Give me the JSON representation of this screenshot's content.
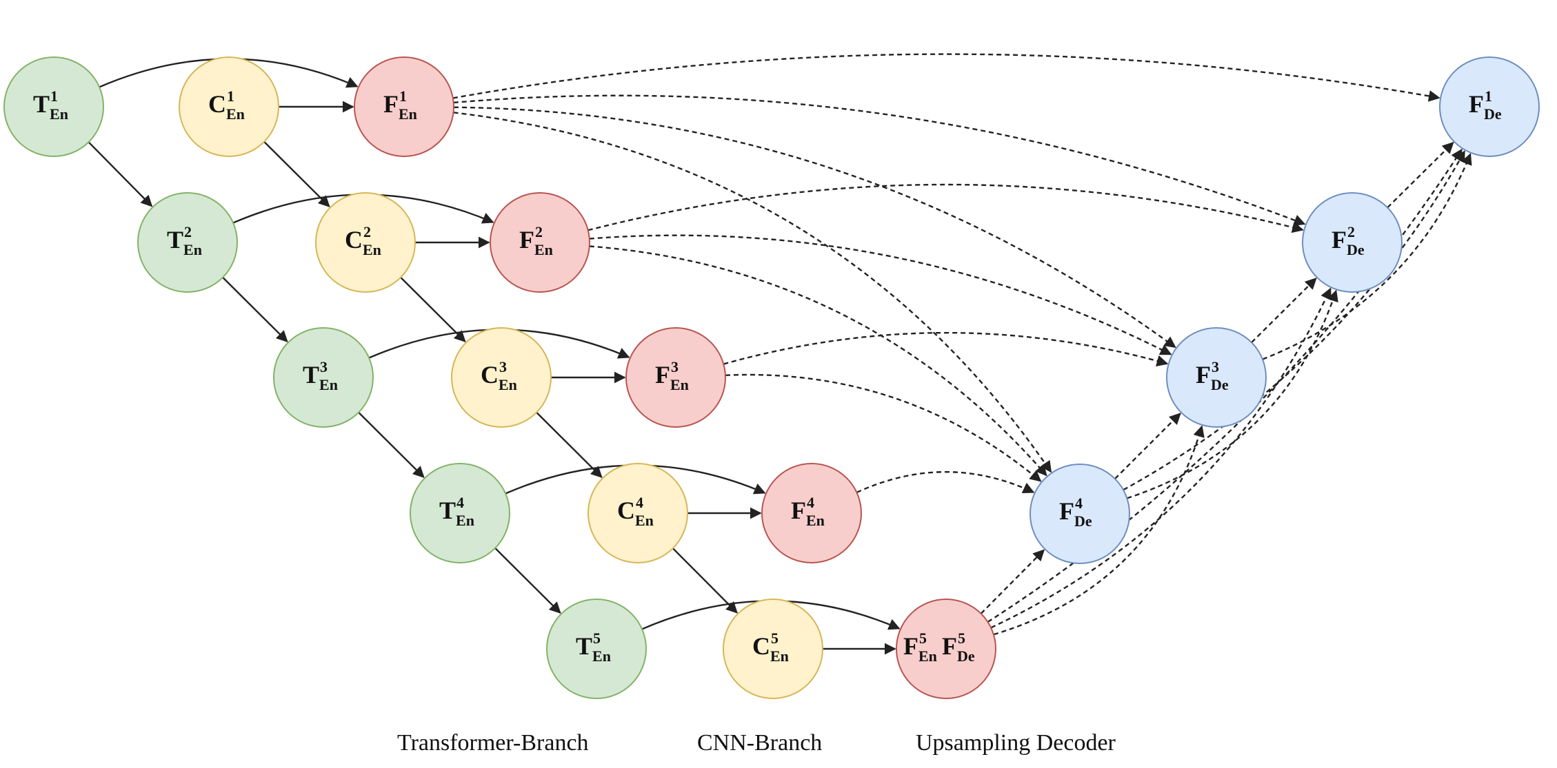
{
  "nodes": {
    "T1": {
      "symbol": "T",
      "sup": "1",
      "sub": "En",
      "group": "transformer"
    },
    "T2": {
      "symbol": "T",
      "sup": "2",
      "sub": "En",
      "group": "transformer"
    },
    "T3": {
      "symbol": "T",
      "sup": "3",
      "sub": "En",
      "group": "transformer"
    },
    "T4": {
      "symbol": "T",
      "sup": "4",
      "sub": "En",
      "group": "transformer"
    },
    "T5": {
      "symbol": "T",
      "sup": "5",
      "sub": "En",
      "group": "transformer"
    },
    "C1": {
      "symbol": "C",
      "sup": "1",
      "sub": "En",
      "group": "cnn"
    },
    "C2": {
      "symbol": "C",
      "sup": "2",
      "sub": "En",
      "group": "cnn"
    },
    "C3": {
      "symbol": "C",
      "sup": "3",
      "sub": "En",
      "group": "cnn"
    },
    "C4": {
      "symbol": "C",
      "sup": "4",
      "sub": "En",
      "group": "cnn"
    },
    "C5": {
      "symbol": "C",
      "sup": "5",
      "sub": "En",
      "group": "cnn"
    },
    "FE1": {
      "symbol": "F",
      "sup": "1",
      "sub": "En",
      "group": "fusion"
    },
    "FE2": {
      "symbol": "F",
      "sup": "2",
      "sub": "En",
      "group": "fusion"
    },
    "FE3": {
      "symbol": "F",
      "sup": "3",
      "sub": "En",
      "group": "fusion"
    },
    "FE4": {
      "symbol": "F",
      "sup": "4",
      "sub": "En",
      "group": "fusion"
    },
    "FE5": {
      "symbol": "F",
      "sup": "5",
      "sub": "En",
      "symbol2": "F",
      "sup2": "5",
      "sub2": "De",
      "group": "fusion"
    },
    "FD4": {
      "symbol": "F",
      "sup": "4",
      "sub": "De",
      "group": "decoder"
    },
    "FD3": {
      "symbol": "F",
      "sup": "3",
      "sub": "De",
      "group": "decoder"
    },
    "FD2": {
      "symbol": "F",
      "sup": "2",
      "sub": "De",
      "group": "decoder"
    },
    "FD1": {
      "symbol": "F",
      "sup": "1",
      "sub": "De",
      "group": "decoder"
    }
  },
  "colors": {
    "transformer": {
      "fill": "#d5e8d4",
      "stroke": "#82b366"
    },
    "cnn": {
      "fill": "#fff2cc",
      "stroke": "#d6b656"
    },
    "fusion": {
      "fill": "#f8cecc",
      "stroke": "#b85450"
    },
    "decoder": {
      "fill": "#dae8fc",
      "stroke": "#6c8ebf"
    },
    "edge": "#222222"
  },
  "edges": [
    {
      "from": "T1",
      "to": "T2",
      "style": "solid"
    },
    {
      "from": "T2",
      "to": "T3",
      "style": "solid"
    },
    {
      "from": "T3",
      "to": "T4",
      "style": "solid"
    },
    {
      "from": "T4",
      "to": "T5",
      "style": "solid"
    },
    {
      "from": "C1",
      "to": "C2",
      "style": "solid"
    },
    {
      "from": "C2",
      "to": "C3",
      "style": "solid"
    },
    {
      "from": "C3",
      "to": "C4",
      "style": "solid"
    },
    {
      "from": "C4",
      "to": "C5",
      "style": "solid"
    },
    {
      "from": "C1",
      "to": "FE1",
      "style": "solid"
    },
    {
      "from": "C2",
      "to": "FE2",
      "style": "solid"
    },
    {
      "from": "C3",
      "to": "FE3",
      "style": "solid"
    },
    {
      "from": "C4",
      "to": "FE4",
      "style": "solid"
    },
    {
      "from": "C5",
      "to": "FE5",
      "style": "solid"
    },
    {
      "from": "T1",
      "to": "FE1",
      "style": "solid"
    },
    {
      "from": "T2",
      "to": "FE2",
      "style": "solid"
    },
    {
      "from": "T3",
      "to": "FE3",
      "style": "solid"
    },
    {
      "from": "T4",
      "to": "FE4",
      "style": "solid"
    },
    {
      "from": "T5",
      "to": "FE5",
      "style": "solid"
    },
    {
      "from": "FE5",
      "to": "FD4",
      "style": "dashed"
    },
    {
      "from": "FD4",
      "to": "FD3",
      "style": "dashed"
    },
    {
      "from": "FD3",
      "to": "FD2",
      "style": "dashed"
    },
    {
      "from": "FD2",
      "to": "FD1",
      "style": "dashed"
    },
    {
      "from": "FE1",
      "to": "FD4",
      "style": "dashed"
    },
    {
      "from": "FE2",
      "to": "FD4",
      "style": "dashed"
    },
    {
      "from": "FE3",
      "to": "FD4",
      "style": "dashed"
    },
    {
      "from": "FE4",
      "to": "FD4",
      "style": "dashed"
    },
    {
      "from": "FE1",
      "to": "FD3",
      "style": "dashed"
    },
    {
      "from": "FE2",
      "to": "FD3",
      "style": "dashed"
    },
    {
      "from": "FE3",
      "to": "FD3",
      "style": "dashed"
    },
    {
      "from": "FE5",
      "to": "FD3",
      "style": "dashed"
    },
    {
      "from": "FE1",
      "to": "FD2",
      "style": "dashed"
    },
    {
      "from": "FE2",
      "to": "FD2",
      "style": "dashed"
    },
    {
      "from": "FD4",
      "to": "FD2",
      "style": "dashed"
    },
    {
      "from": "FE5",
      "to": "FD2",
      "style": "dashed"
    },
    {
      "from": "FE1",
      "to": "FD1",
      "style": "dashed"
    },
    {
      "from": "FD3",
      "to": "FD1",
      "style": "dashed"
    },
    {
      "from": "FD4",
      "to": "FD1",
      "style": "dashed"
    },
    {
      "from": "FE5",
      "to": "FD1",
      "style": "dashed"
    }
  ],
  "legend": {
    "transformer": "Transformer-Branch",
    "cnn": "CNN-Branch",
    "decoder": "Upsampling Decoder"
  }
}
